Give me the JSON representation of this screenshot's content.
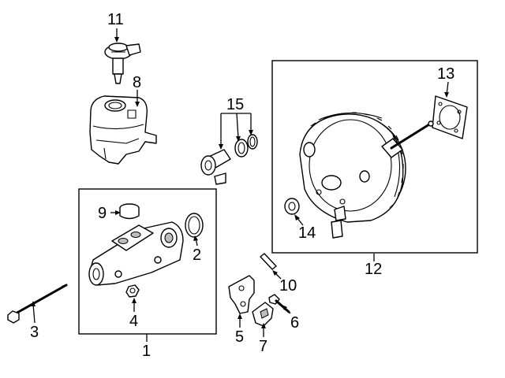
{
  "callouts": {
    "c1": "1",
    "c2": "2",
    "c3": "3",
    "c4": "4",
    "c5": "5",
    "c6": "6",
    "c7": "7",
    "c8": "8",
    "c9": "9",
    "c10": "10",
    "c11": "11",
    "c12": "12",
    "c13": "13",
    "c14": "14",
    "c15": "15"
  },
  "colors": {
    "line": "#000000",
    "background": "#ffffff",
    "shade": "#bdbdbd"
  }
}
